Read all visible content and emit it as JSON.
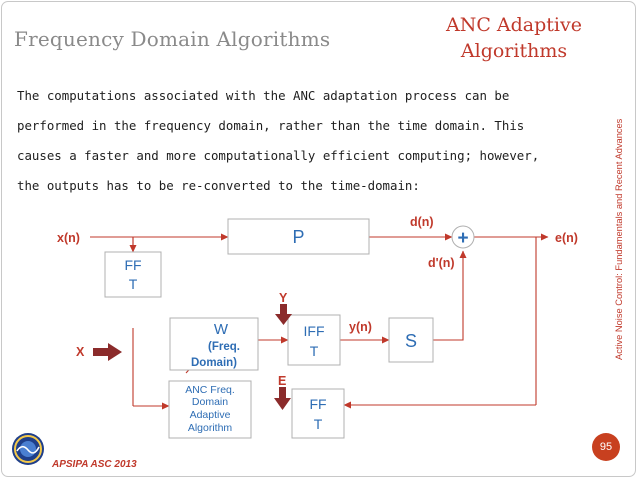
{
  "header": {
    "title": "Frequency Domain Algorithms",
    "section_line1": "ANC Adaptive",
    "section_line2": "Algorithms"
  },
  "body": {
    "lines": [
      "The computations associated with the ANC adaptation process can be",
      "performed in the frequency domain, rather than the time domain. This",
      "causes a faster and more computationally efficient computing; however,",
      "the outputs has to be re-converted to the time-domain:"
    ]
  },
  "diagram": {
    "labels": {
      "xn": "x(n)",
      "dn": "d(n)",
      "en": "e(n)",
      "dprime": "d'(n)",
      "yn": "y(n)",
      "X": "X",
      "Y": "Y",
      "E": "E",
      "sum": "+"
    },
    "blocks": {
      "P": "P",
      "S": "S",
      "FFT_in": [
        "FF",
        "T"
      ],
      "W": [
        "W",
        "(Freq.",
        "Domain)"
      ],
      "IFFT": [
        "IFF",
        "T"
      ],
      "ANC": [
        "ANC Freq.",
        "Domain",
        "Adaptive",
        "Algorithm"
      ],
      "FFT_err": [
        "FF",
        "T"
      ]
    }
  },
  "footer": {
    "side_caption": "Active Noise Control: Fundamentals and Recent Advances",
    "conference": "APSIPA ASC 2013",
    "page_number": "95"
  },
  "colors": {
    "accent_red": "#c0392b",
    "block_arrow": "#8b2b2b",
    "box_border": "#b0b0b0",
    "title_gray": "#8a8a8a",
    "badge": "#c8401f"
  }
}
